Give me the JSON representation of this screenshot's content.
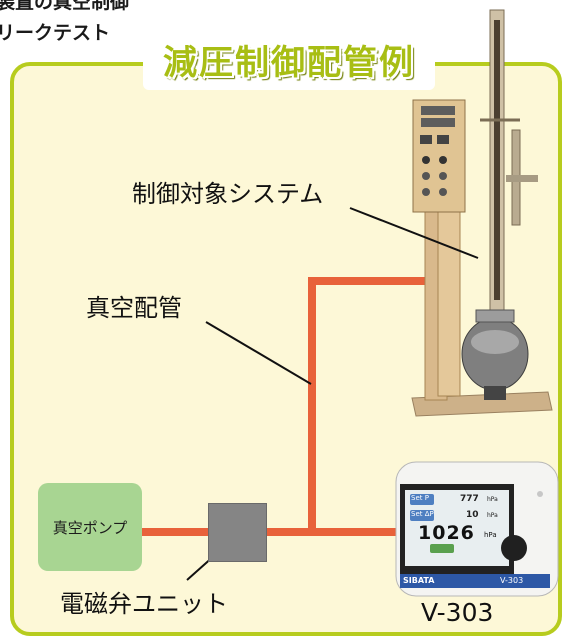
{
  "header": {
    "line1": "装置の真空制御",
    "line2": "リークテスト"
  },
  "panel": {
    "title": "減圧制御配管例"
  },
  "labels": {
    "system": "制御対象システム",
    "pipe": "真空配管",
    "pump": "真空ポンプ",
    "valve": "電磁弁ユニット",
    "controller": "V-303"
  },
  "controller_screen": {
    "button1": "Set P",
    "value1": "777",
    "unit1": "hPa",
    "button2": "Set ΔP",
    "value2": "10",
    "unit2": "hPa",
    "reading": "1026",
    "reading_unit": "hPa",
    "brand": "SIBATA",
    "model": "V-303"
  },
  "colors": {
    "panel_fill": "#fdf8d7",
    "panel_border": "#b7cc1e",
    "pipe": "#e8623a",
    "pump_fill": "#a8d592",
    "valve_fill": "#858585"
  }
}
